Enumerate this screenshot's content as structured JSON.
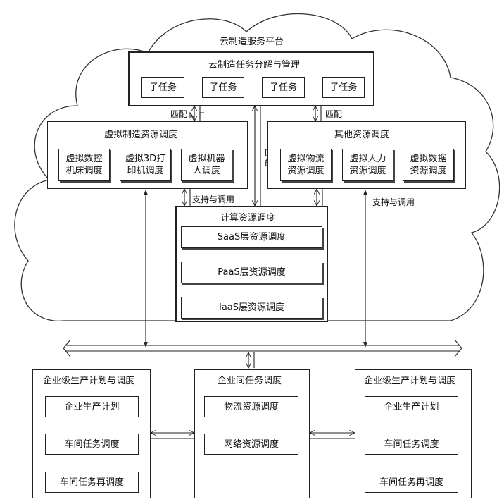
{
  "cloud": {
    "title": "云制造服务平台",
    "task_mgmt": {
      "title": "云制造任务分解与管理",
      "subtasks": [
        "子任务",
        "子任务",
        "子任务",
        "子任务"
      ]
    },
    "labels": {
      "match_left": "匹配",
      "match_right": "匹配",
      "match_vertical": "匹\n配",
      "support_left": "支持与调用",
      "support_right": "支持与调用"
    },
    "virtual_mfg": {
      "title": "虚拟制造资源调度",
      "items": [
        "虚拟数控\n机床调度",
        "虚拟3D打\n印机调度",
        "虚拟机器\n人调度"
      ]
    },
    "other_res": {
      "title": "其他资源调度",
      "items": [
        "虚拟物流\n资源调度",
        "虚拟人力\n资源调度",
        "虚拟数据\n资源调度"
      ]
    },
    "compute": {
      "title": "计算资源调度",
      "layers": [
        "SaaS层资源调度",
        "PaaS层资源调度",
        "IaaS层资源调度"
      ]
    }
  },
  "enterprise": {
    "left": {
      "title": "企业级生产计划与调度",
      "items": [
        "企业生产计划",
        "车间任务调度",
        "车间任务再调度"
      ]
    },
    "middle": {
      "title": "企业间任务调度",
      "items": [
        "物流资源调度",
        "网络资源调度"
      ]
    },
    "right": {
      "title": "企业级生产计划与调度",
      "items": [
        "企业生产计划",
        "车间任务调度",
        "车间任务再调度"
      ]
    }
  }
}
